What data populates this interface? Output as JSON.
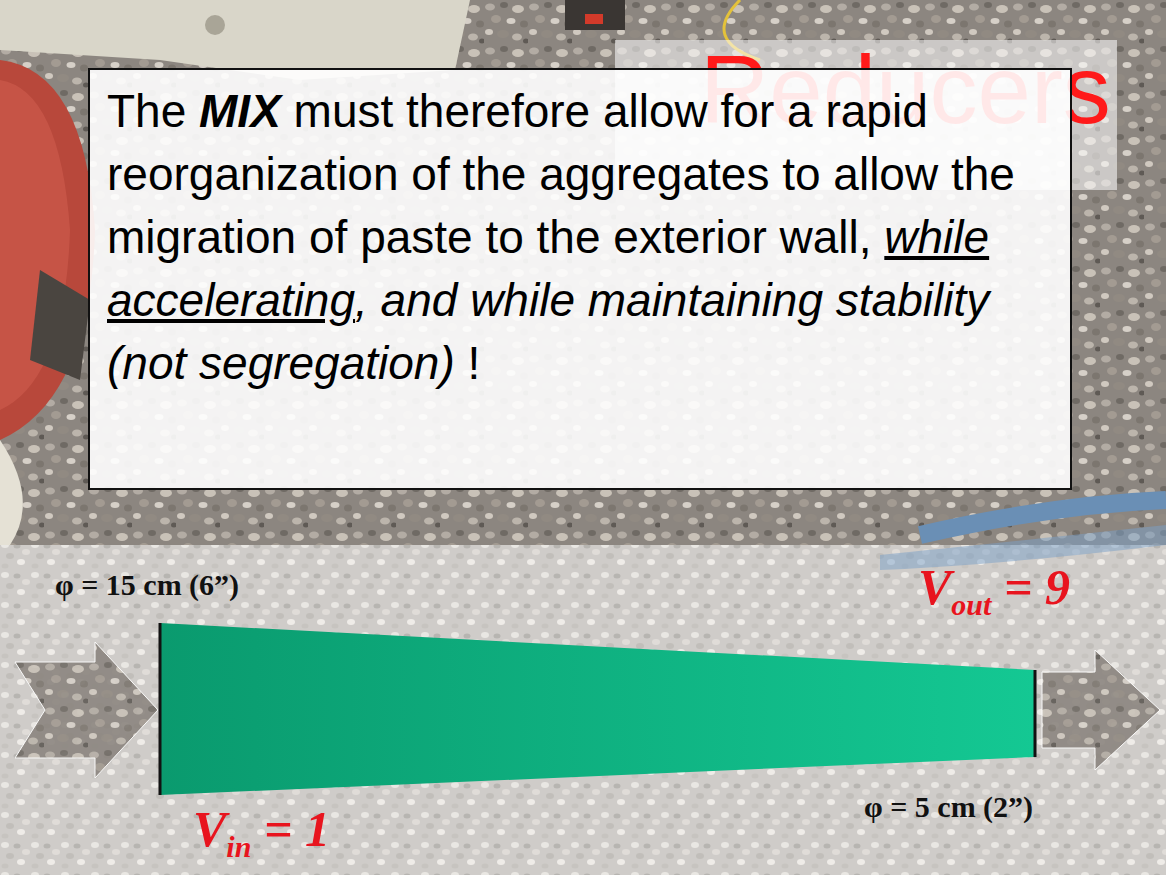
{
  "diagram": {
    "title": "Reducers",
    "nodes": [
      {
        "text": [
          "The MIX must therefore allow for a rapid reorganization of the aggregates to allow the migration of paste to the exterior wall, while accelerating, and while maintaining stability (not segregation) !"
        ]
      }
    ],
    "labels": [
      "φ = 15 cm (6”)",
      "Vout = 9",
      "φ = 5 cm (2”)",
      "Vin = 1"
    ]
  }
}
